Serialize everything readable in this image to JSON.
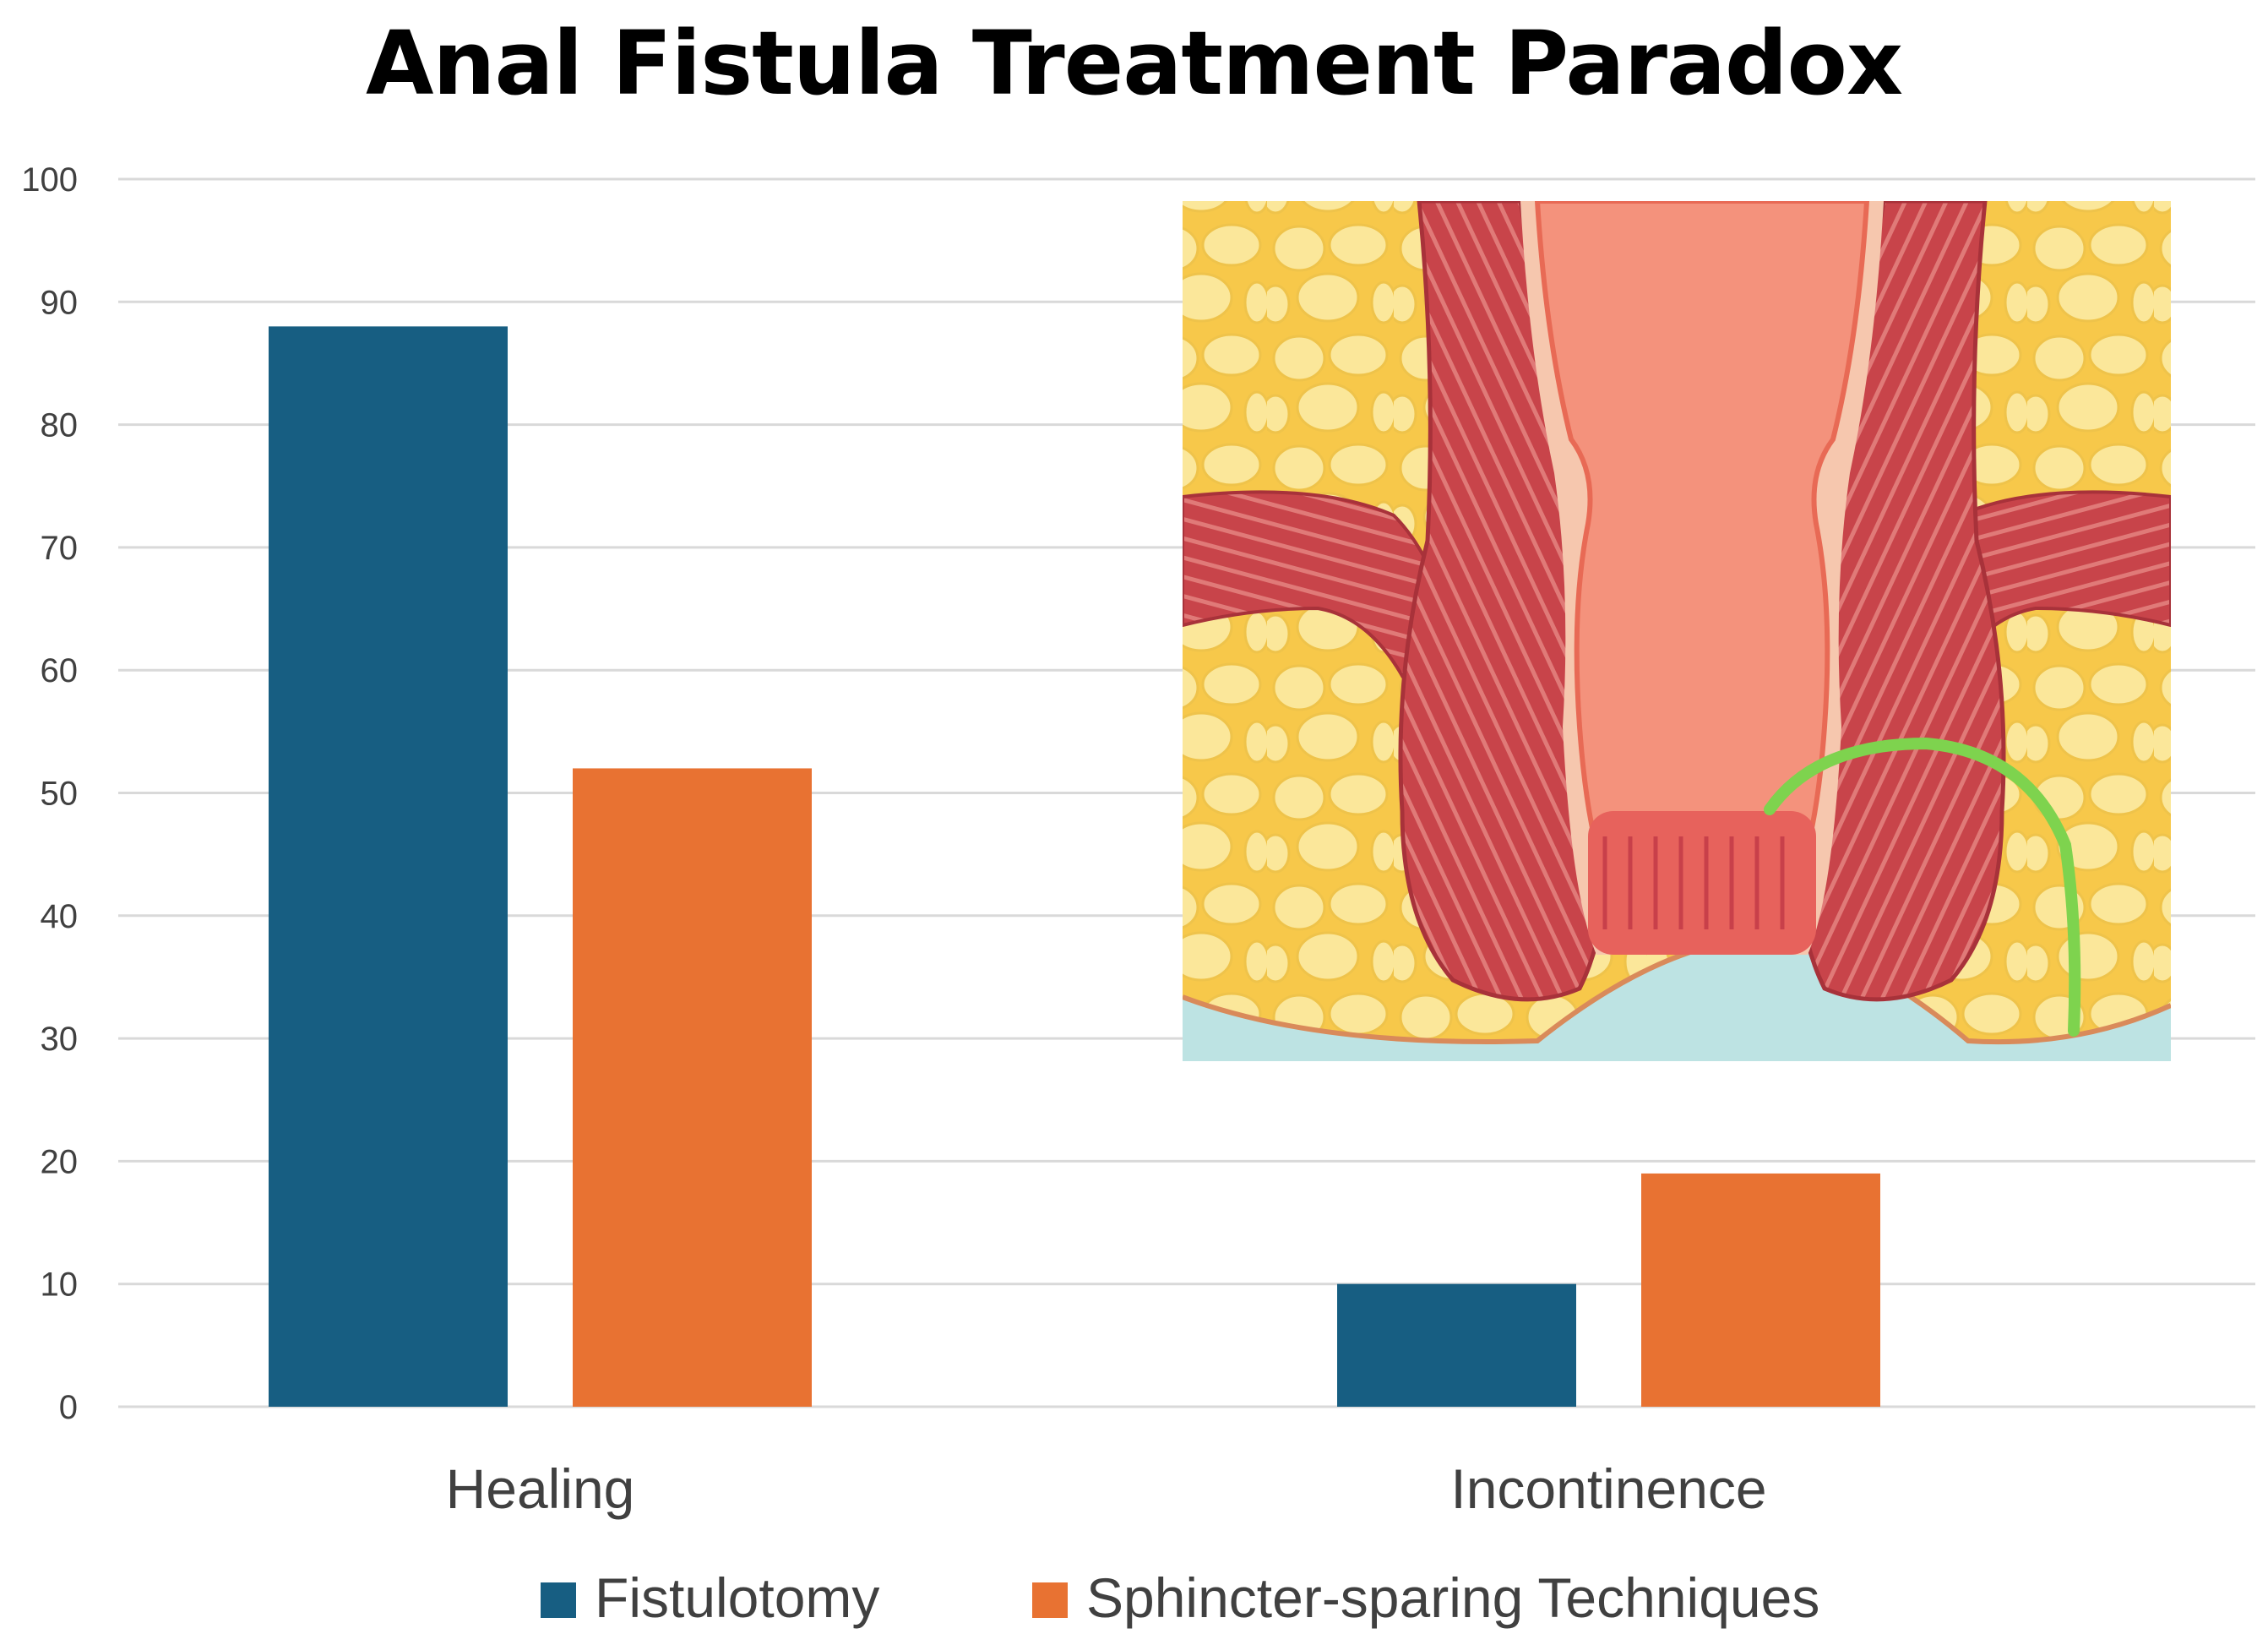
{
  "chart_data": {
    "type": "bar",
    "title": "Anal Fistula Treatment Paradox",
    "xlabel": "",
    "ylabel": "",
    "categories": [
      "Healing",
      "Incontinence"
    ],
    "series": [
      {
        "name": "Fistulotomy",
        "color": "#175E82",
        "values": [
          88,
          10
        ]
      },
      {
        "name": "Sphincter-sparing Techniques",
        "color": "#E87232",
        "values": [
          52,
          19
        ]
      }
    ],
    "ylim": [
      0,
      100
    ],
    "yticks": [
      0,
      10,
      20,
      30,
      40,
      50,
      60,
      70,
      80,
      90,
      100
    ],
    "grid": true,
    "legend": "bottom-center",
    "inset_image": "anal-fistula-anatomy-illustration"
  }
}
